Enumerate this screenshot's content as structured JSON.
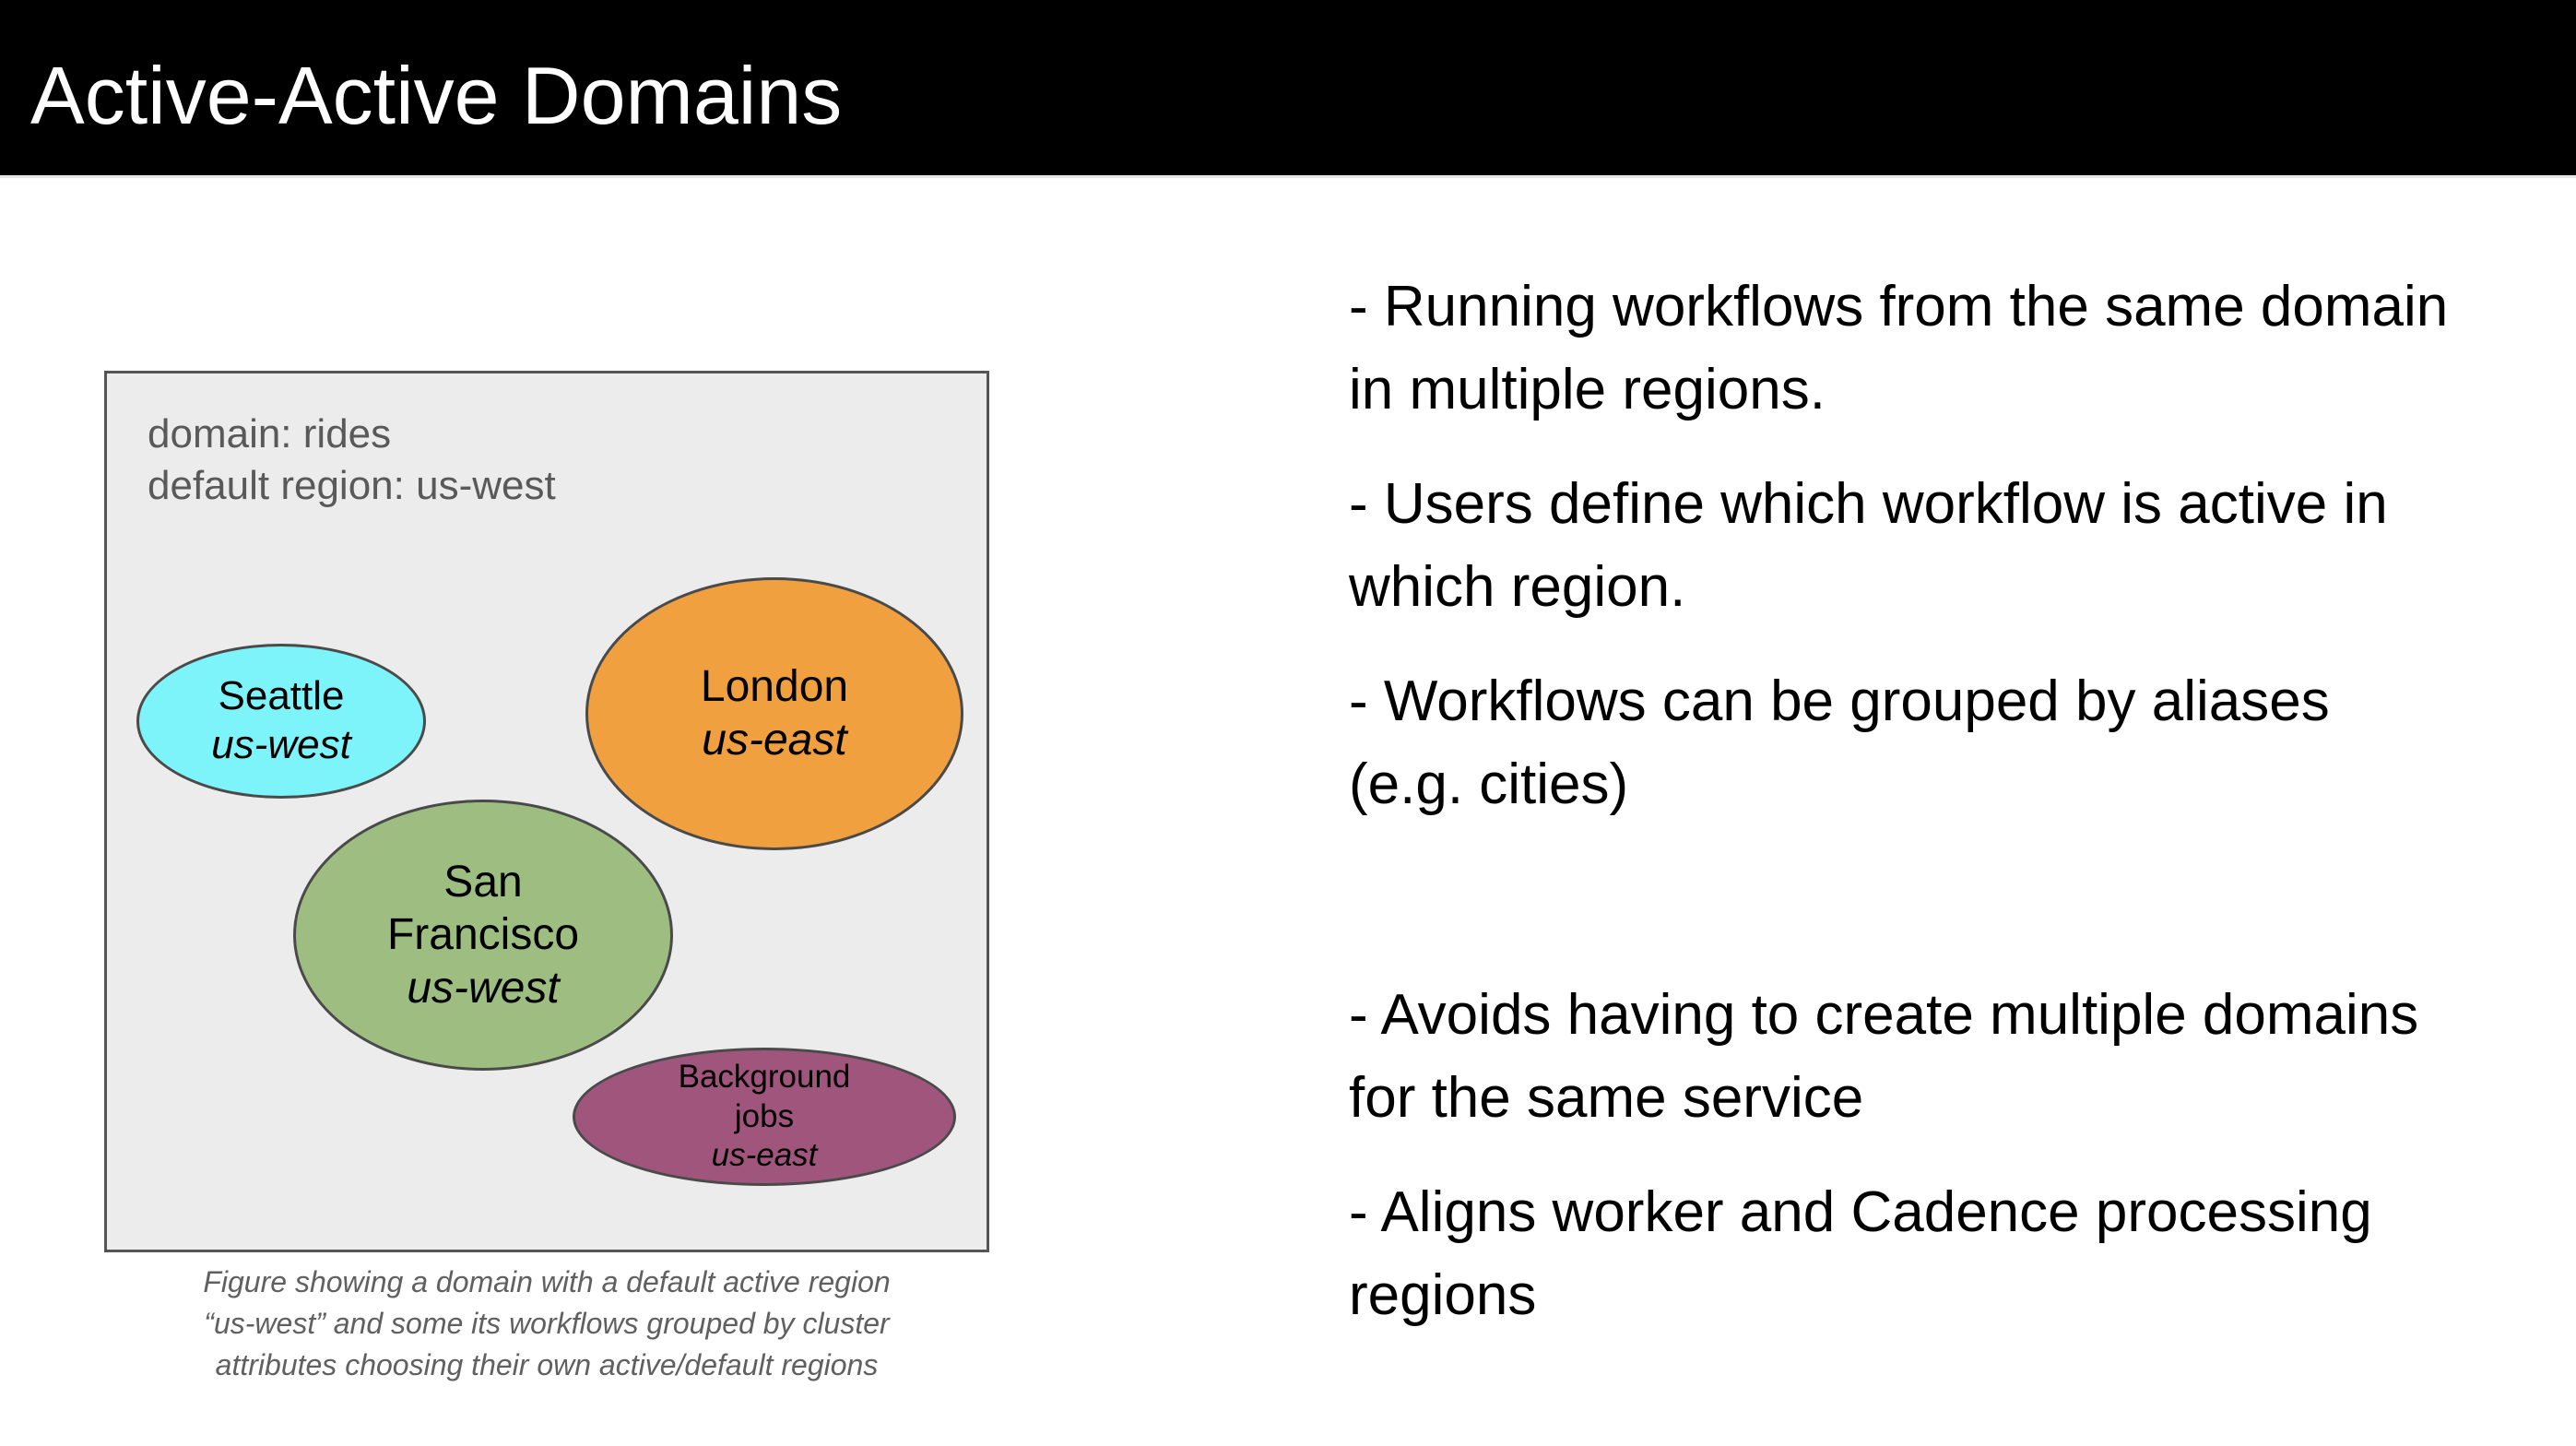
{
  "slide": {
    "title": "Active-Active Domains"
  },
  "figure": {
    "box_labels": "domain: rides\ndefault region: us-west",
    "colors": {
      "box_background": "#ececec",
      "box_border": "#555555",
      "ellipse_border": "#4a4a4a"
    },
    "ellipses": [
      {
        "name": "Seattle",
        "region": "us-west",
        "color": "#7DF3FA"
      },
      {
        "name": "London",
        "region": "us-east",
        "color": "#F0A03E"
      },
      {
        "name": "San\nFrancisco",
        "region": "us-west",
        "color": "#9EBE81"
      },
      {
        "name": "Background\njobs",
        "region": "us-east",
        "color": "#A0557D"
      }
    ],
    "caption": "Figure showing a domain with a default active region\n“us-west” and some its workflows grouped by cluster\nattributes choosing their own active/default regions"
  },
  "bullets": [
    "- Running workflows from the same domain\nin multiple regions.",
    "- Users define which workflow is active in\nwhich region.",
    "- Workflows can be grouped by aliases\n(e.g. cities)",
    "- Avoids having to create multiple domains\nfor the same service",
    "- Aligns worker and Cadence processing\nregions"
  ]
}
